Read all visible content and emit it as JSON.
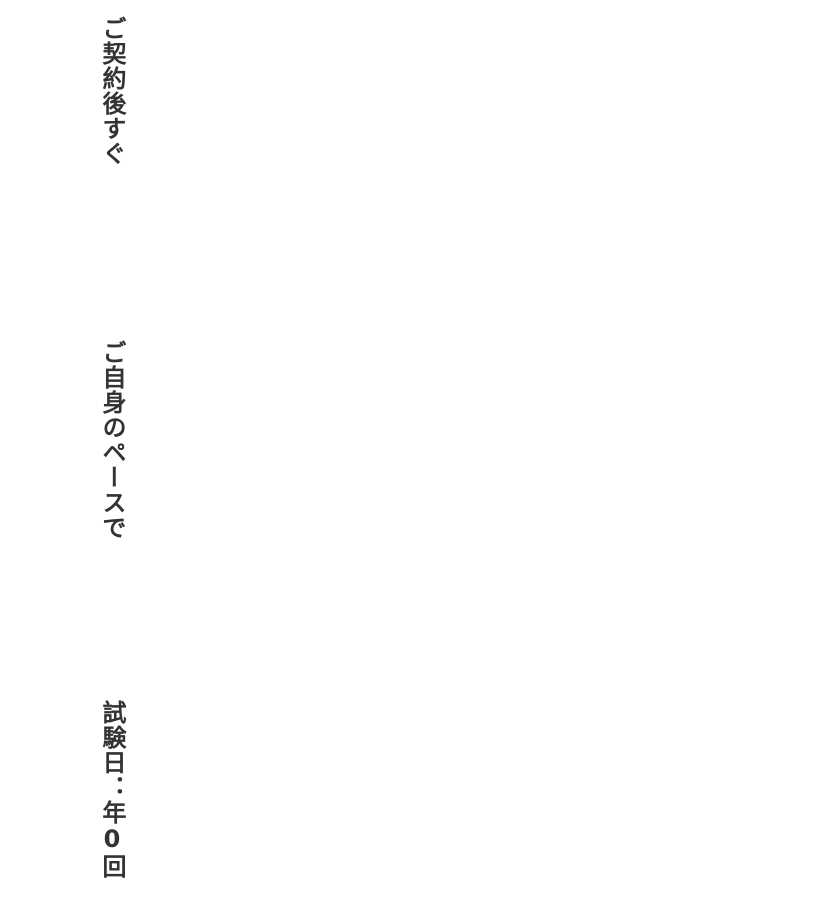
{
  "labels": [
    {
      "text": "ご契約後すぐ"
    },
    {
      "text": "ご自身のペースで"
    },
    {
      "text": "試験日：年0回"
    }
  ]
}
